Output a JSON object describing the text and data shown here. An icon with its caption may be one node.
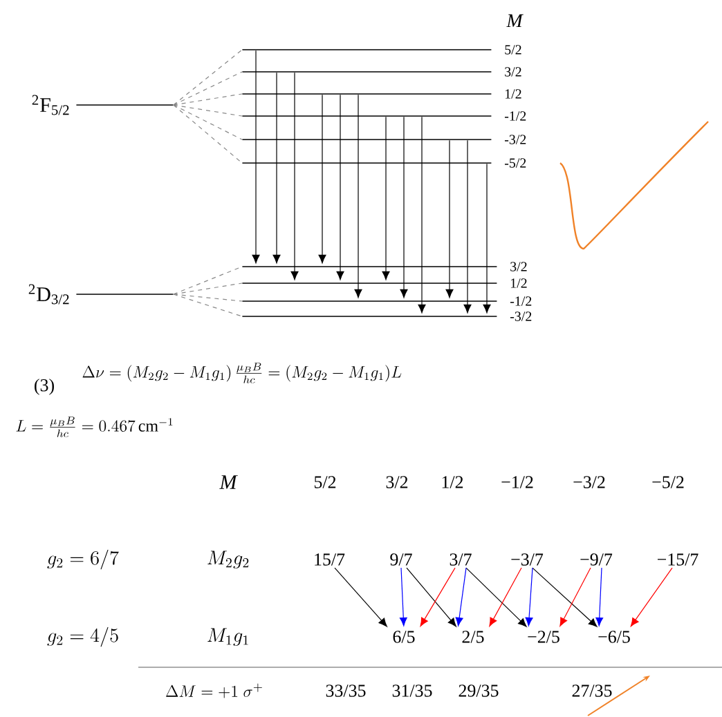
{
  "diagram": {
    "nodes": [
      {
        "text": [],
        "shape": "bar",
        "beside": [
          "$^{2}$F$_{5/2}$"
        ]
      },
      {
        "text": [],
        "shape": "bar",
        "beside": [
          "5/2"
        ]
      },
      {
        "text": [],
        "shape": "bar",
        "beside": [
          "3/2"
        ]
      },
      {
        "text": [],
        "shape": "bar",
        "beside": [
          "1/2"
        ]
      },
      {
        "text": [],
        "shape": "bar",
        "beside": [
          "-1/2"
        ]
      },
      {
        "text": [],
        "shape": "bar",
        "beside": [
          "-3/2"
        ]
      },
      {
        "text": [],
        "shape": "bar",
        "beside": [
          "-5/2"
        ]
      },
      {
        "text": [],
        "shape": "bar",
        "beside": [
          "$^{2}$D$_{3/2}$"
        ]
      },
      {
        "text": [],
        "shape": "bar",
        "beside": [
          "3/2"
        ]
      },
      {
        "text": [],
        "shape": "bar",
        "beside": [
          "1/2"
        ]
      },
      {
        "text": [],
        "shape": "bar",
        "beside": [
          "-1/2"
        ]
      },
      {
        "text": [],
        "shape": "bar",
        "beside": [
          "-3/2"
        ]
      },
      {
        "text": [
          "15/7"
        ]
      },
      {
        "text": [
          "9/7"
        ]
      },
      {
        "text": [
          "3/7"
        ]
      },
      {
        "text": [
          "−3/7"
        ]
      },
      {
        "text": [
          "−9/7"
        ]
      },
      {
        "text": [
          "−15/7"
        ]
      },
      {
        "text": [
          "6/5"
        ]
      },
      {
        "text": [
          "2/5"
        ]
      },
      {
        "text": [
          "−2/5"
        ]
      },
      {
        "text": [
          "−6/5"
        ]
      }
    ],
    "edges": [
      {
        "from": 0,
        "to": 1,
        "arrow": "none",
        "style": "dashed",
        "color": "#888888"
      },
      {
        "from": 0,
        "to": 2,
        "arrow": "none",
        "style": "dashed",
        "color": "#888888"
      },
      {
        "from": 0,
        "to": 3,
        "arrow": "none",
        "style": "dashed",
        "color": "#888888"
      },
      {
        "from": 0,
        "to": 4,
        "arrow": "none",
        "style": "dashed",
        "color": "#888888"
      },
      {
        "from": 0,
        "to": 5,
        "arrow": "none",
        "style": "dashed",
        "color": "#888888"
      },
      {
        "from": 0,
        "to": 6,
        "arrow": "none",
        "style": "dashed",
        "color": "#888888"
      },
      {
        "from": 7,
        "to": 8,
        "arrow": "none",
        "style": "dashed",
        "color": "#888888"
      },
      {
        "from": 7,
        "to": 9,
        "arrow": "none",
        "style": "dashed",
        "color": "#888888"
      },
      {
        "from": 7,
        "to": 10,
        "arrow": "none",
        "style": "dashed",
        "color": "#888888"
      },
      {
        "from": 7,
        "to": 11,
        "arrow": "none",
        "style": "dashed",
        "color": "#888888"
      },
      {
        "from": 1,
        "to": 8,
        "arrow": "to"
      },
      {
        "from": 2,
        "to": 8,
        "arrow": "to"
      },
      {
        "from": 2,
        "to": 9,
        "arrow": "to"
      },
      {
        "from": 3,
        "to": 8,
        "arrow": "to"
      },
      {
        "from": 3,
        "to": 9,
        "arrow": "to"
      },
      {
        "from": 3,
        "to": 10,
        "arrow": "to"
      },
      {
        "from": 4,
        "to": 9,
        "arrow": "to"
      },
      {
        "from": 4,
        "to": 10,
        "arrow": "to"
      },
      {
        "from": 4,
        "to": 11,
        "arrow": "to"
      },
      {
        "from": 5,
        "to": 10,
        "arrow": "to"
      },
      {
        "from": 5,
        "to": 11,
        "arrow": "to"
      },
      {
        "from": 6,
        "to": 11,
        "arrow": "to"
      },
      {
        "from": 12,
        "to": 18,
        "arrow": "to"
      },
      {
        "from": 13,
        "to": 19,
        "arrow": "to"
      },
      {
        "from": 14,
        "to": 20,
        "arrow": "to"
      },
      {
        "from": 15,
        "to": 21,
        "arrow": "to"
      },
      {
        "from": 13,
        "to": 18,
        "arrow": "to",
        "color": "#0000ff"
      },
      {
        "from": 14,
        "to": 19,
        "arrow": "to",
        "color": "#0000ff"
      },
      {
        "from": 15,
        "to": 20,
        "arrow": "to",
        "color": "#0000ff"
      },
      {
        "from": 16,
        "to": 21,
        "arrow": "to",
        "color": "#0000ff"
      },
      {
        "from": 14,
        "to": 18,
        "arrow": "to",
        "color": "#ff0000"
      },
      {
        "from": 15,
        "to": 19,
        "arrow": "to",
        "color": "#ff0000"
      },
      {
        "from": 16,
        "to": 20,
        "arrow": "to",
        "color": "#ff0000"
      },
      {
        "from": 17,
        "to": 21,
        "arrow": "to",
        "color": "#ff0000"
      }
    ],
    "labels": [
      "M",
      "(3)",
      "\\Delta\\nu = (M_2 g_2 - M_1 g_1)\\,\\frac{\\mu_B B}{hc} = (M_2 g_2 - M_1 g_1)L",
      "L = \\frac{\\mu_B B}{hc} = 0.467\\,\\mathrm{cm}^{-1}",
      "M",
      "5/2",
      "3/2",
      "1/2",
      "−1/2",
      "−3/2",
      "−5/2",
      "g_2 = 6/7",
      "M_2 g_2",
      "g_2 = 4/5",
      "M_1 g_1",
      "\\Delta M = +1\\ \\sigma^{+}",
      "33/35",
      "31/35",
      "29/35",
      "27/35"
    ]
  }
}
